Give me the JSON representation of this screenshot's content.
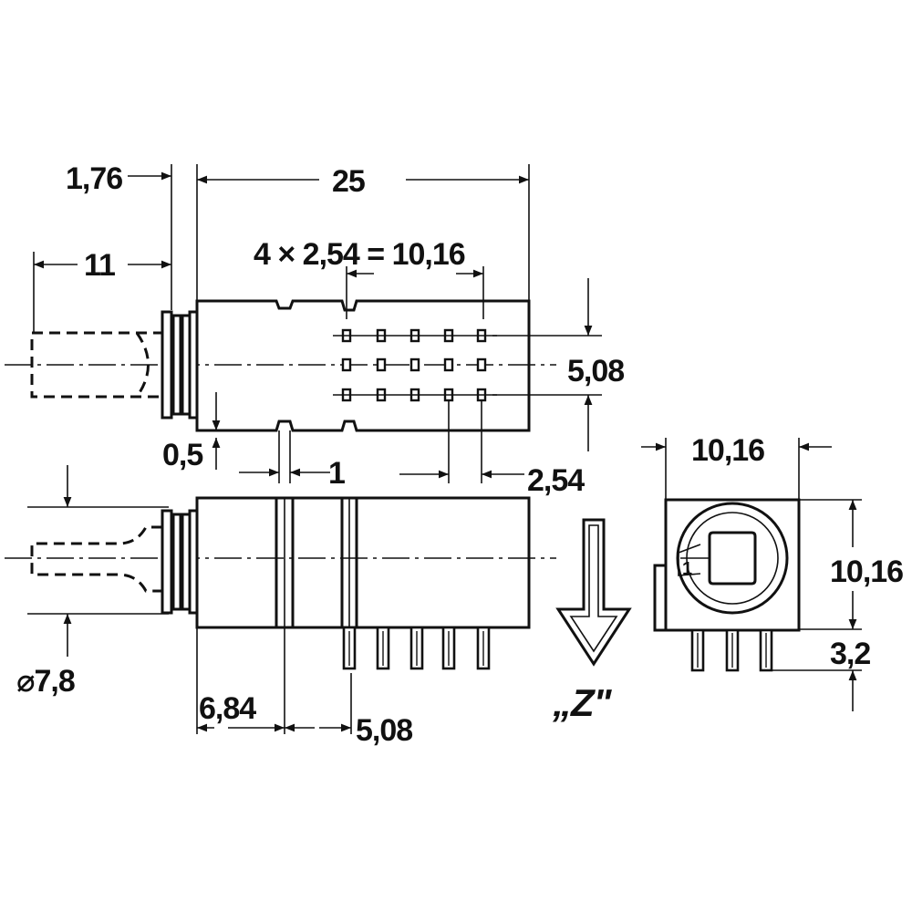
{
  "labels": {
    "dim_1_76": "1,76",
    "dim_25": "25",
    "dim_11": "11",
    "dim_pitch": "4 × 2,54 = 10,16",
    "dim_5_08_right": "5,08",
    "dim_0_5": "0,5",
    "dim_1": "1",
    "dim_2_54": "2,54",
    "dim_diam": "⌀7,8",
    "dim_6_84": "6,84",
    "dim_5_08_bottom": "5,08",
    "view_z": "„Z\"",
    "dim_10_16_top": "10,16",
    "dim_10_16_side": "10,16",
    "dim_3_2": "3,2",
    "marker_1": "1"
  }
}
